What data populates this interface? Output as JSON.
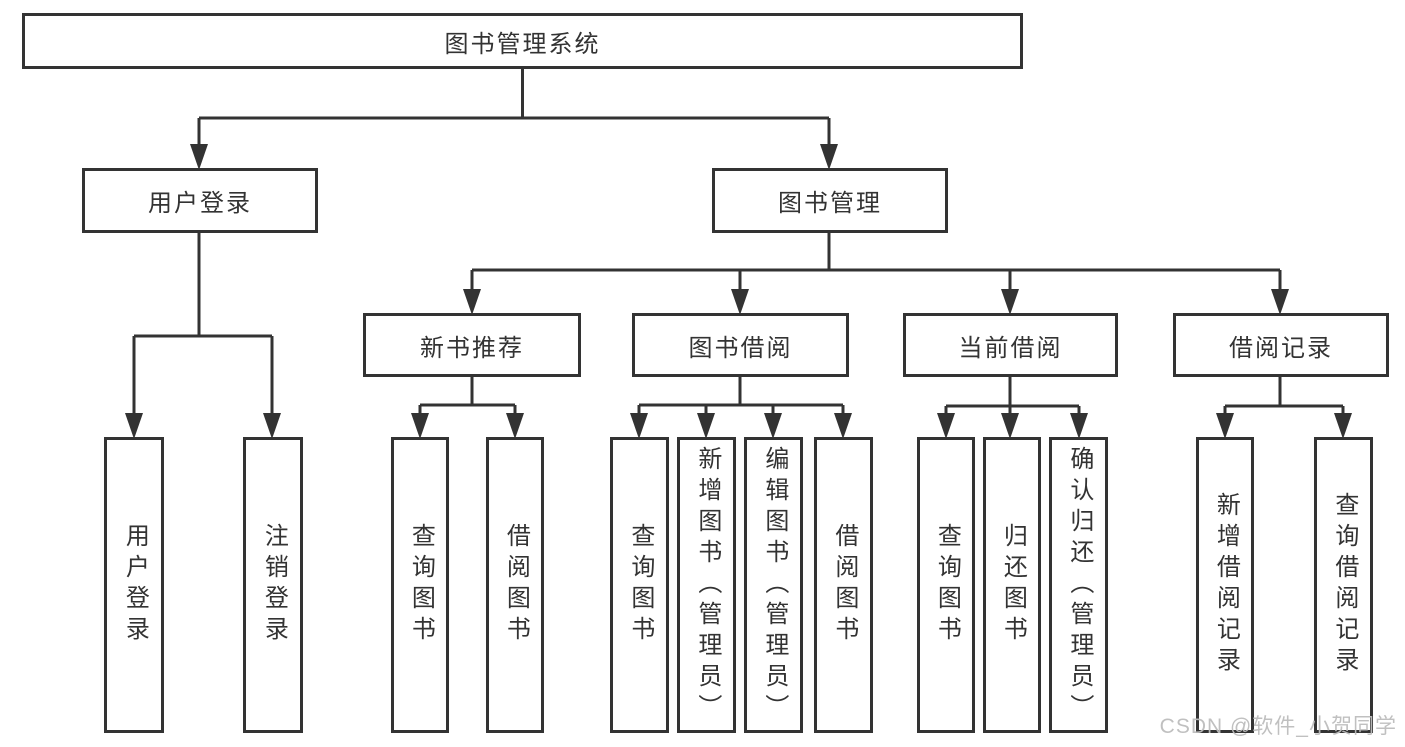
{
  "tree": {
    "label": "图书管理系统",
    "children": [
      {
        "label": "用户登录",
        "children": [
          {
            "label": "用户登录"
          },
          {
            "label": "注销登录"
          }
        ]
      },
      {
        "label": "图书管理",
        "children": [
          {
            "label": "新书推荐",
            "children": [
              {
                "label": "查询图书"
              },
              {
                "label": "借阅图书"
              }
            ]
          },
          {
            "label": "图书借阅",
            "children": [
              {
                "label": "查询图书"
              },
              {
                "label": "新增图书（管理员）"
              },
              {
                "label": "编辑图书（管理员）"
              },
              {
                "label": "借阅图书"
              }
            ]
          },
          {
            "label": "当前借阅",
            "children": [
              {
                "label": "查询图书"
              },
              {
                "label": "归还图书"
              },
              {
                "label": "确认归还（管理员）"
              }
            ]
          },
          {
            "label": "借阅记录",
            "children": [
              {
                "label": "新增借阅记录"
              },
              {
                "label": "查询借阅记录"
              }
            ]
          }
        ]
      }
    ]
  },
  "watermark": {
    "text": "CSDN @软件_小贺同学"
  },
  "colors": {
    "line": "#333333",
    "box_border": "#333333",
    "box_fill": "#ffffff",
    "text": "#333333",
    "watermark": "#bdbdbd",
    "background": "#ffffff"
  }
}
